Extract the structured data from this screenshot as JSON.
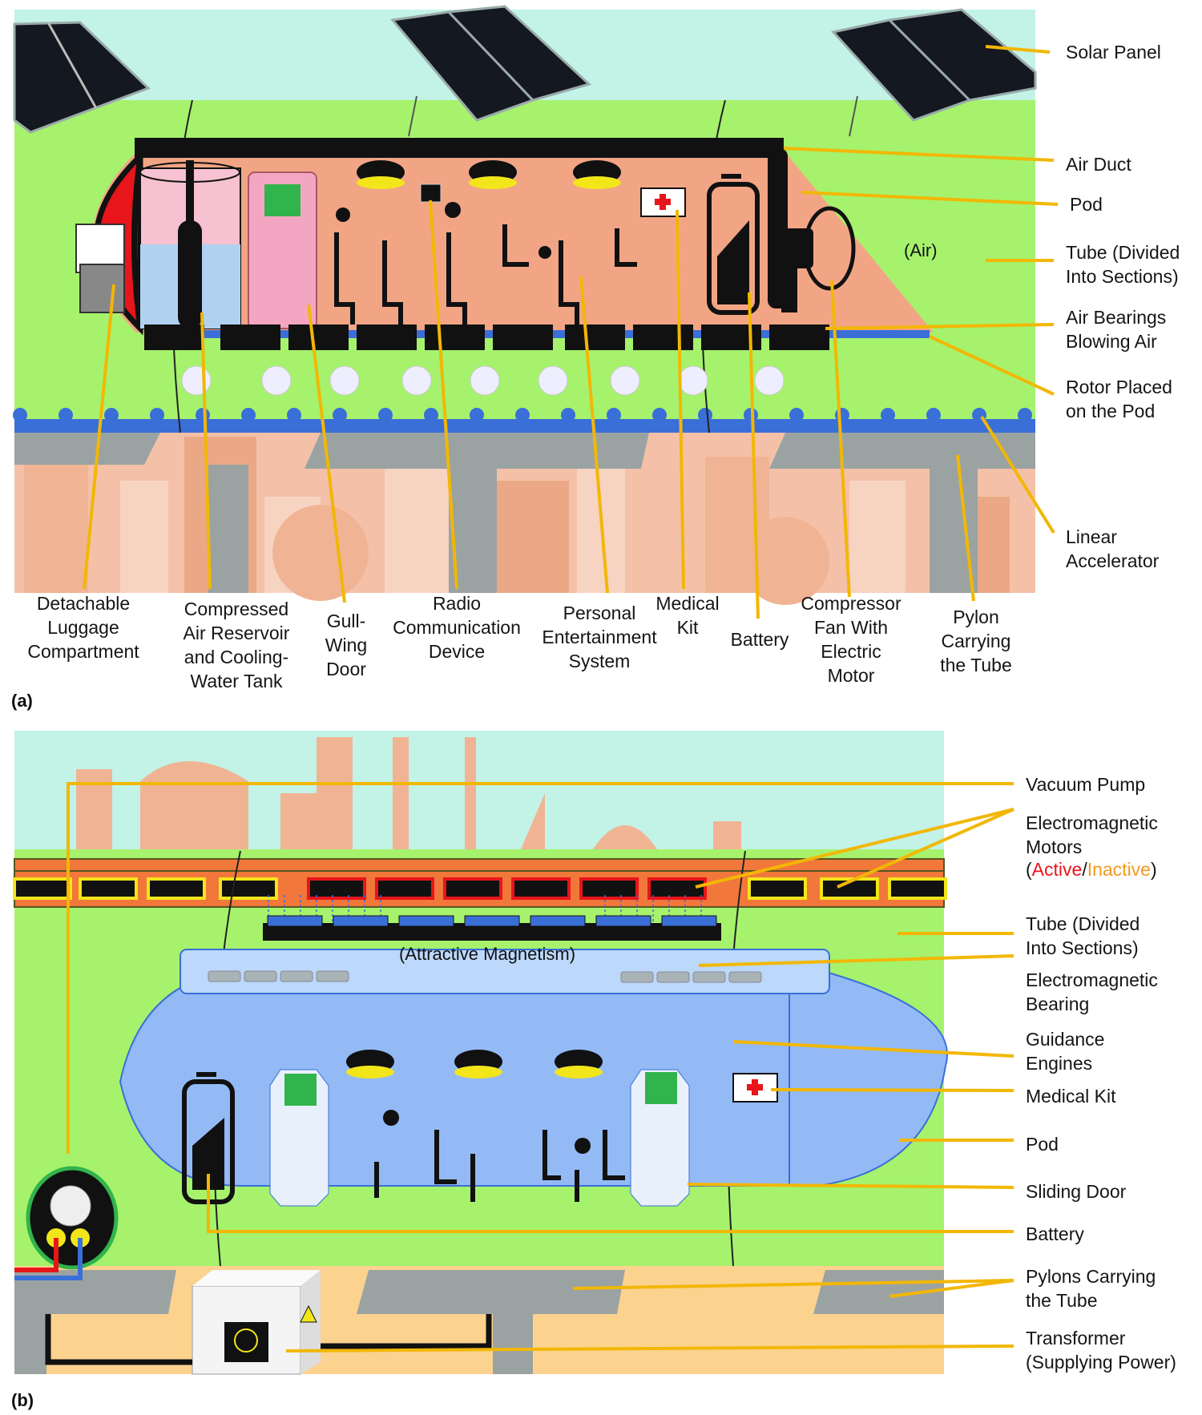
{
  "colors": {
    "sky": "#c2f3e6",
    "tube_green": "#a6f26c",
    "pod_a": "#f2a585",
    "pod_b": "#93baf5",
    "leader": "#f2b705",
    "rail_blue": "#3a6fd8",
    "pylon_grey": "#9aa3a2",
    "ground_b": "#fcd28f",
    "motor_active": "#e8151b",
    "motor_inactive": "#f39a22",
    "motor_band": "#f2773a"
  },
  "panel_a": {
    "tag": "(a)",
    "inline_text": "(Air)",
    "right_labels": [
      {
        "id": "solar-panel",
        "text": "Solar Panel"
      },
      {
        "id": "air-duct",
        "text": "Air Duct"
      },
      {
        "id": "pod",
        "text": "Pod"
      },
      {
        "id": "tube",
        "text": "Tube (Divided\nInto Sections)"
      },
      {
        "id": "air-bearings",
        "text": "Air Bearings\nBlowing Air"
      },
      {
        "id": "rotor",
        "text": "Rotor Placed\non the Pod"
      },
      {
        "id": "linear-accelerator",
        "text": "Linear\nAccelerator"
      }
    ],
    "bottom_labels": [
      {
        "id": "luggage",
        "text": "Detachable\nLuggage\nCompartment"
      },
      {
        "id": "air-reservoir",
        "text": "Compressed\nAir Reservoir\nand Cooling-\nWater Tank"
      },
      {
        "id": "gull-wing-door",
        "text": "Gull-\nWing\nDoor"
      },
      {
        "id": "radio",
        "text": "Radio\nCommunication\nDevice"
      },
      {
        "id": "entertainment",
        "text": "Personal\nEntertainment\nSystem"
      },
      {
        "id": "medical-kit",
        "text": "Medical\nKit"
      },
      {
        "id": "battery",
        "text": "Battery"
      },
      {
        "id": "compressor",
        "text": "Compressor\nFan With\nElectric\nMotor"
      },
      {
        "id": "pylon",
        "text": "Pylon\nCarrying\nthe Tube"
      }
    ]
  },
  "panel_b": {
    "tag": "(b)",
    "inline_text": "(Attractive Magnetism)",
    "right_labels": [
      {
        "id": "vacuum-pump",
        "text": "Vacuum Pump"
      },
      {
        "id": "em-motors",
        "text": "Electromagnetic\nMotors"
      },
      {
        "id": "tube",
        "text": "Tube (Divided\nInto Sections)"
      },
      {
        "id": "em-bearing",
        "text": "Electromagnetic\nBearing"
      },
      {
        "id": "guidance",
        "text": "Guidance\nEngines"
      },
      {
        "id": "medical-kit",
        "text": "Medical Kit"
      },
      {
        "id": "pod",
        "text": "Pod"
      },
      {
        "id": "sliding-door",
        "text": "Sliding Door"
      },
      {
        "id": "battery",
        "text": "Battery"
      },
      {
        "id": "pylons",
        "text": "Pylons Carrying\nthe Tube"
      },
      {
        "id": "transformer",
        "text": "Transformer\n(Supplying Power)"
      }
    ],
    "motor_legend": {
      "open": "(",
      "active": "Active",
      "sep": "/",
      "inactive": "Inactive",
      "close": ")"
    }
  }
}
